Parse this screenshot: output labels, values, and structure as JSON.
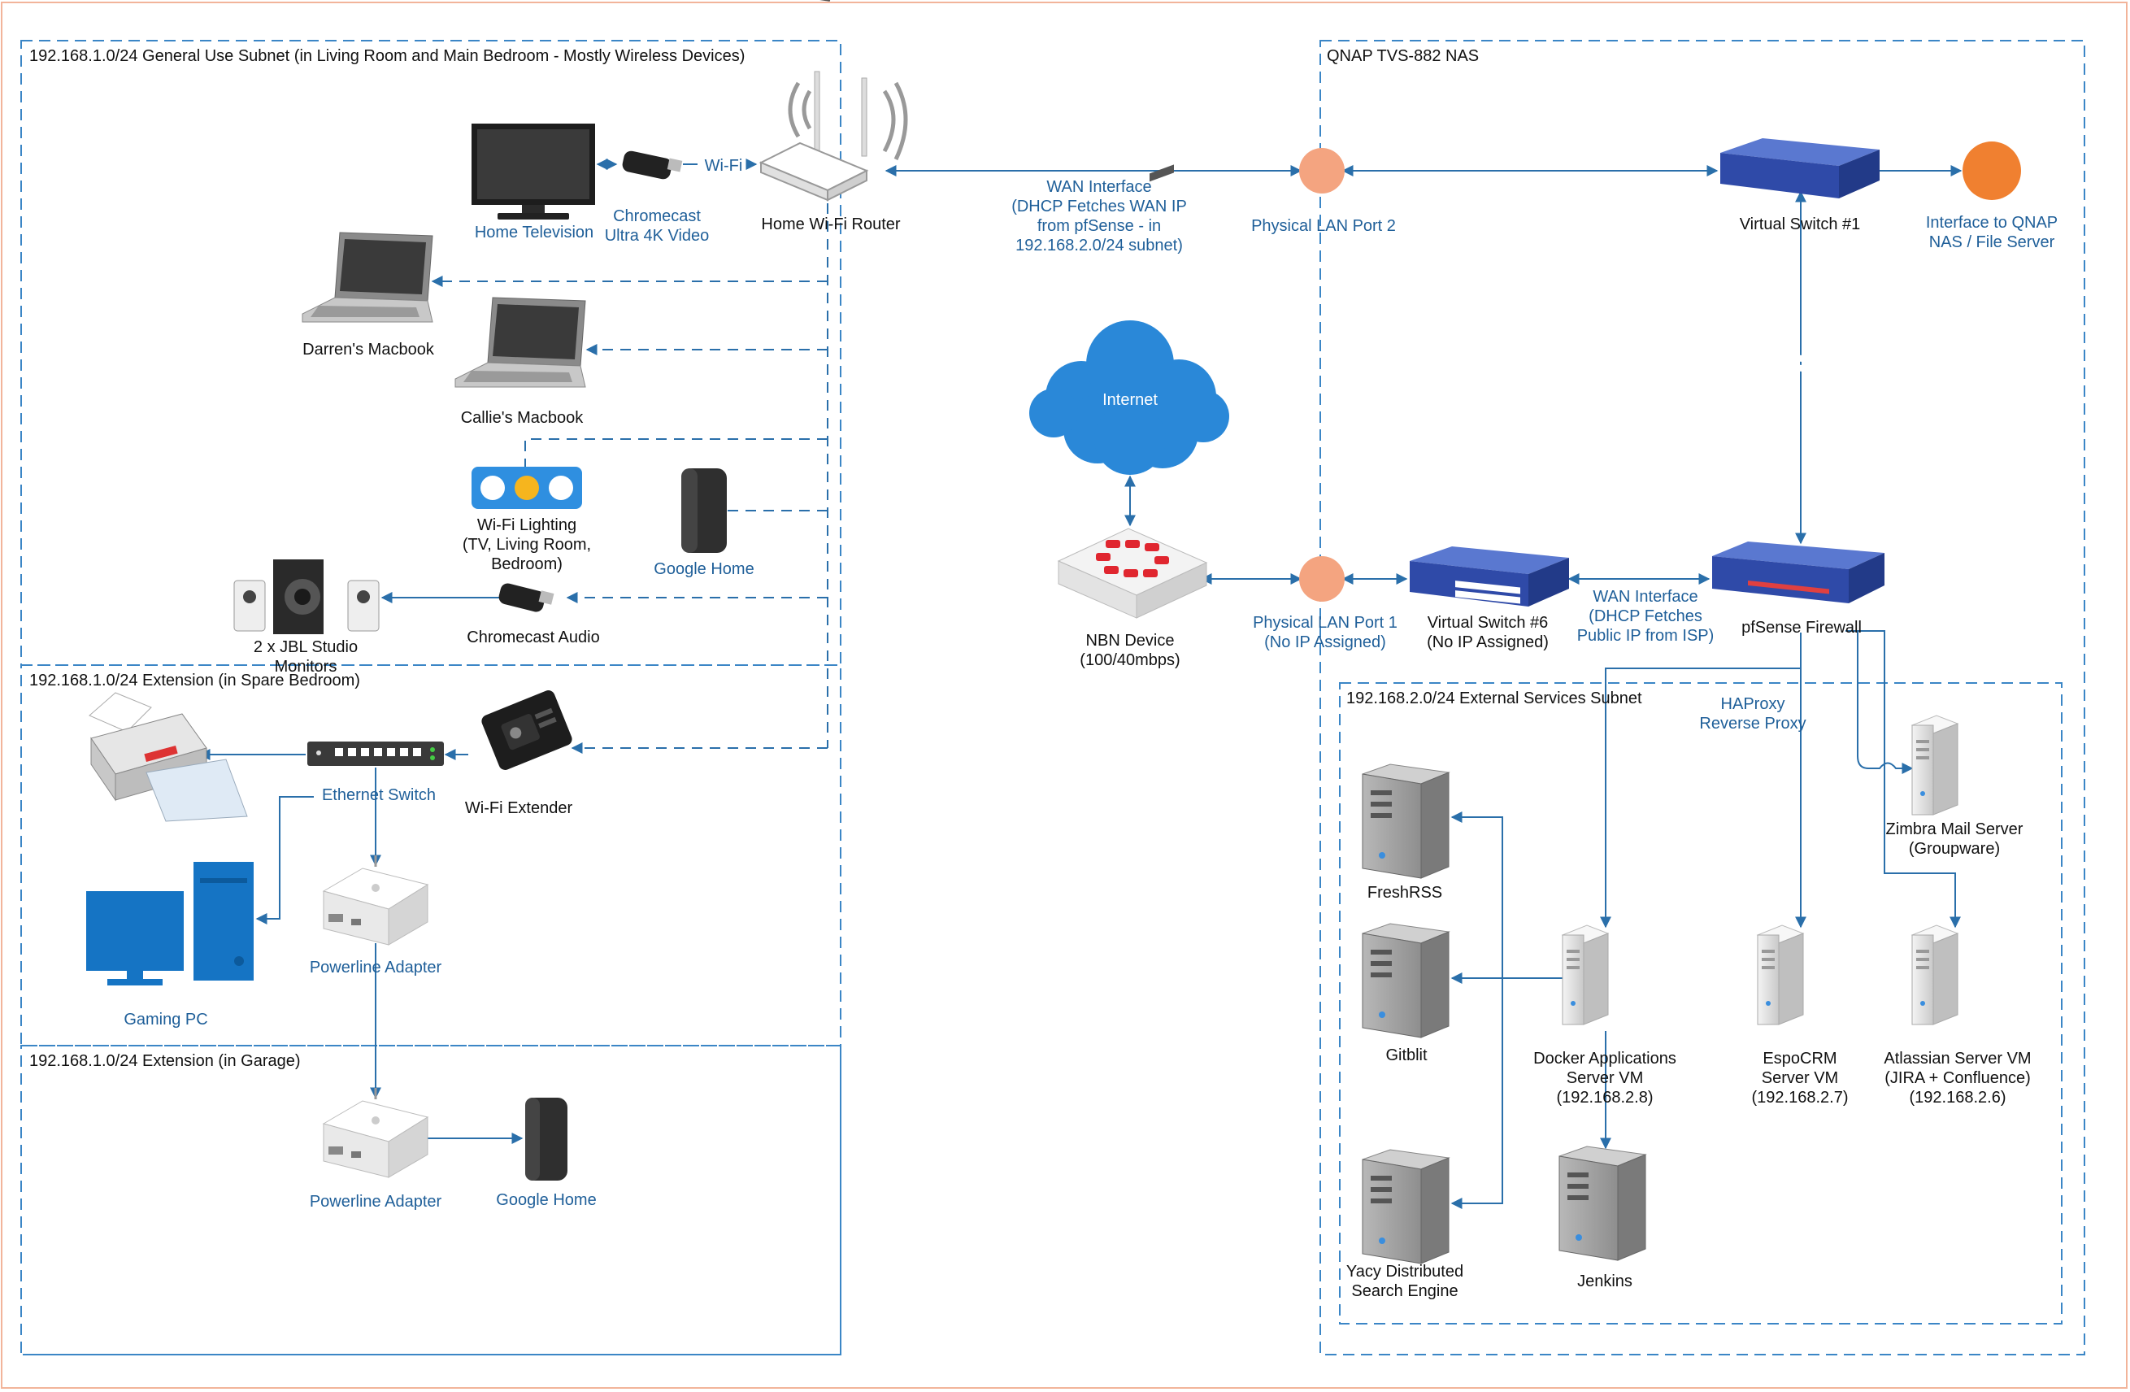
{
  "zones": {
    "general": "192.168.1.0/24 General Use Subnet (in Living Room and Main Bedroom - Mostly Wireless Devices)",
    "spare": "192.168.1.0/24 Extension (in Spare Bedroom)",
    "garage": "192.168.1.0/24 Extension (in Garage)",
    "nas": "QNAP TVS-882 NAS",
    "external": "192.168.2.0/24 External Services Subnet"
  },
  "nodes": {
    "home_tv": "Home Television",
    "chromecast_video": [
      "Chromecast",
      "Ultra 4K Video"
    ],
    "wifi_router": "Home Wi-Fi Router",
    "darren_macbook": "Darren's Macbook",
    "callie_macbook": "Callie's Macbook",
    "wifi_lighting": [
      "Wi-Fi Lighting",
      "(TV, Living Room,",
      "Bedroom)"
    ],
    "google_home_1": "Google Home",
    "jbl_monitors": [
      "2 x JBL Studio",
      "Monitors"
    ],
    "chromecast_audio": "Chromecast Audio",
    "ethernet_switch": "Ethernet Switch",
    "wifi_extender": "Wi-Fi Extender",
    "powerline_1": "Powerline Adapter",
    "gaming_pc": "Gaming PC",
    "powerline_2": "Powerline Adapter",
    "google_home_2": "Google Home",
    "internet": "Internet",
    "nbn_device": [
      "NBN Device",
      "(100/40mbps)"
    ],
    "lan_port_2": "Physical LAN Port 2",
    "lan_port_1": [
      "Physical LAN Port 1",
      "(No IP Assigned)"
    ],
    "vswitch_1": "Virtual Switch #1",
    "vswitch_6": [
      "Virtual Switch #6",
      "(No IP Assigned)"
    ],
    "pfsense": "pfSense Firewall",
    "qnap_interface": [
      "Interface to QNAP",
      "NAS / File Server"
    ],
    "freshrss": "FreshRSS",
    "gitblit": "Gitblit",
    "yacy": [
      "Yacy Distributed",
      "Search Engine"
    ],
    "docker_vm": [
      "Docker Applications",
      "Server VM",
      "(192.168.2.8)"
    ],
    "jenkins": "Jenkins",
    "espocrm": [
      "EspoCRM",
      "Server VM",
      "(192.168.2.7)"
    ],
    "atlassian": [
      "Atlassian Server VM",
      "(JIRA + Confluence)",
      "(192.168.2.6)"
    ],
    "zimbra": [
      "Zimbra Mail Server",
      "(Groupware)"
    ]
  },
  "edges": {
    "wifi": "Wi-Fi",
    "wan_router": [
      "WAN Interface",
      "(DHCP Fetches WAN IP",
      "from pfSense - in",
      "192.168.2.0/24 subnet)"
    ],
    "wan_pfsense": [
      "WAN Interface",
      "(DHCP Fetches",
      "Public IP from ISP)"
    ],
    "haproxy": [
      "HAProxy",
      "Reverse Proxy"
    ]
  },
  "colors": {
    "line": "#2a6faa",
    "label_blue": "#1f5f99",
    "port_orange": "#f4a480",
    "qnap_orange": "#f08030",
    "cloud": "#2a88d8",
    "switch_blue": "#2f4aa8",
    "monitor_blue": "#1574c4"
  }
}
